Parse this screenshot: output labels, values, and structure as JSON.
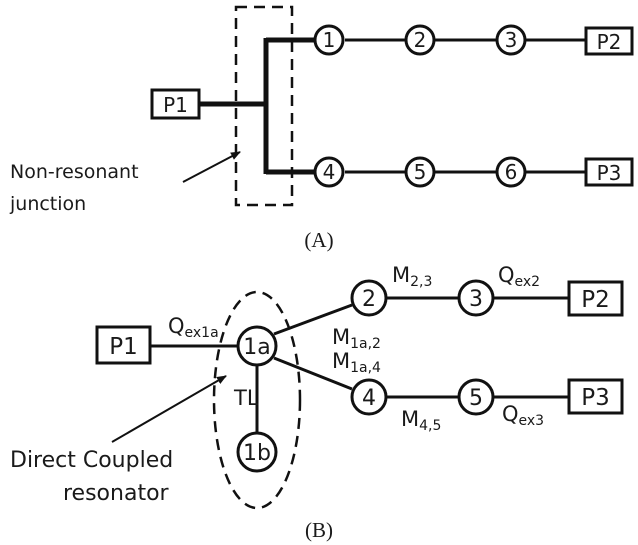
{
  "diagram_a": {
    "caption": "(A)",
    "ports": {
      "p1": "P1",
      "p2": "P2",
      "p3": "P3"
    },
    "nodes": {
      "n1": "1",
      "n2": "2",
      "n3": "3",
      "n4": "4",
      "n5": "5",
      "n6": "6"
    },
    "annotation_line1": "Non-resonant",
    "annotation_line2": "junction"
  },
  "diagram_b": {
    "caption": "(B)",
    "ports": {
      "p1": "P1",
      "p2": "P2",
      "p3": "P3"
    },
    "nodes": {
      "n1a": "1a",
      "n1b": "1b",
      "n2": "2",
      "n3": "3",
      "n4": "4",
      "n5": "5"
    },
    "labels": {
      "q_ex1a_main": "Q",
      "q_ex1a_sub": "ex1a",
      "m23_main": "M",
      "m23_sub": "2,3",
      "q_ex2_main": "Q",
      "q_ex2_sub": "ex2",
      "m1a2_main": "M",
      "m1a2_sub": "1a,2",
      "m1a4_main": "M",
      "m1a4_sub": "1a,4",
      "tl": "TL",
      "m45_main": "M",
      "m45_sub": "4,5",
      "q_ex3_main": "Q",
      "q_ex3_sub": "ex3"
    },
    "annotation_line1": "Direct Coupled",
    "annotation_line2": "resonator"
  }
}
